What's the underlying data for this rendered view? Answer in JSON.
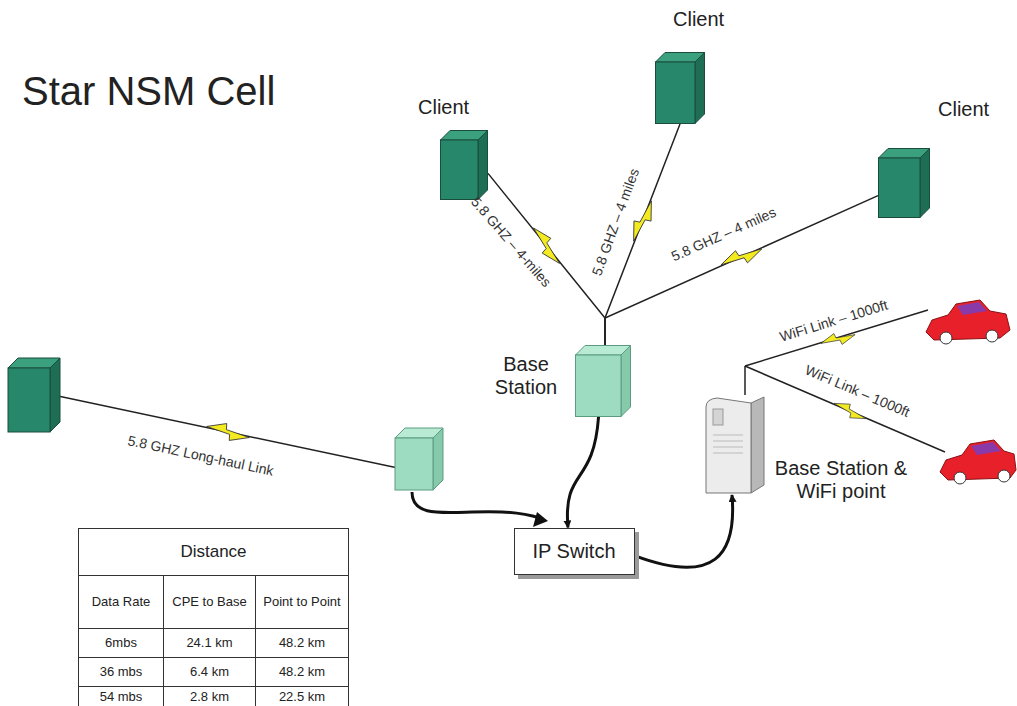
{
  "diagram": {
    "title": "Star NSM Cell",
    "nodes": [
      {
        "text": [
          "Client"
        ]
      },
      {
        "text": [
          "Client"
        ]
      },
      {
        "text": [
          "Client"
        ]
      },
      {
        "text": [
          "Base Station"
        ]
      },
      {
        "text": [
          "IP Switch"
        ]
      },
      {
        "text": [
          "Base Station & WiFi point"
        ]
      }
    ],
    "edges": [
      {
        "from": 0,
        "to": 3,
        "arrow": "none",
        "label": "5.8 GHZ – 4-miles"
      },
      {
        "from": 1,
        "to": 3,
        "arrow": "none",
        "label": "5.8 GHZ – 4 miles"
      },
      {
        "from": 2,
        "to": 3,
        "arrow": "none",
        "label": "5.8 GHZ – 4 miles"
      },
      {
        "from": 3,
        "to": 4,
        "arrow": "to"
      },
      {
        "from": 4,
        "to": 5,
        "arrow": "to"
      }
    ],
    "labels": [
      "5.8 GHZ Long-haul Link",
      "WiFi Link – 1000ft",
      "WiFi Link – 1000ft",
      "Distance",
      "Data Rate",
      "CPE to Base",
      "Point to Point",
      "6mbs",
      "24.1 km",
      "48.2 km",
      "36 mbs",
      "6.4 km",
      "48.2 km",
      "54 mbs",
      "2.8 km",
      "22.5 km"
    ]
  }
}
